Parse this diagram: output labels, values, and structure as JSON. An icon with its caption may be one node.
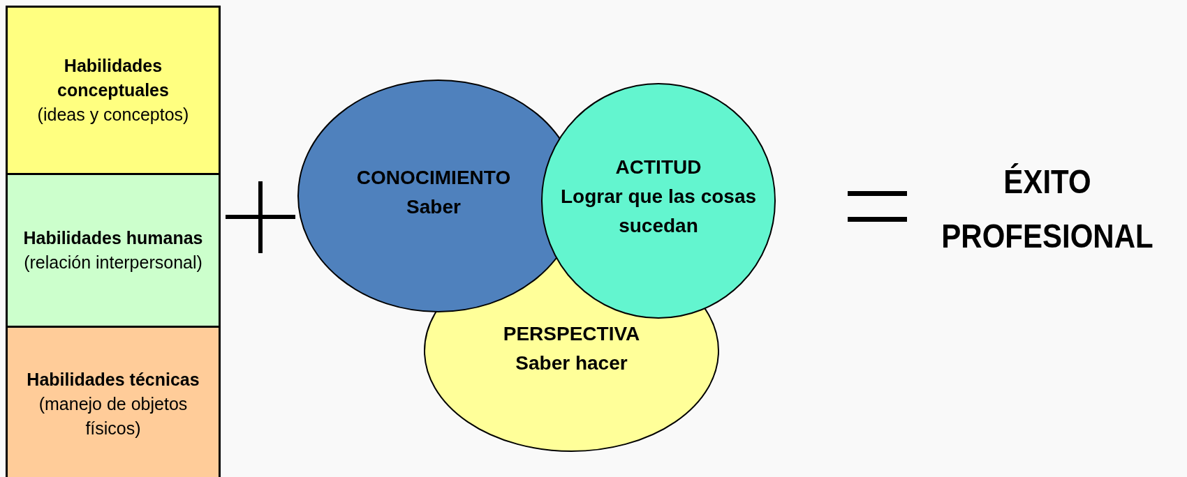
{
  "diagram": {
    "nodes": [
      {
        "text": [
          "Habilidades conceptuales",
          "(ideas y conceptos)"
        ]
      },
      {
        "text": [
          "Habilidades humanas",
          "(relación interpersonal)"
        ]
      },
      {
        "text": [
          "Habilidades técnicas",
          "(manejo de objetos físicos)"
        ]
      },
      {
        "text": [
          "CONOCIMIENTO",
          "Saber"
        ]
      },
      {
        "text": [
          "ACTITUD",
          "Lograr que las cosas sucedan"
        ]
      },
      {
        "text": [
          "PERSPECTIVA",
          "Saber hacer"
        ]
      }
    ],
    "labels": [
      "ÉXITO PROFESIONAL"
    ]
  }
}
